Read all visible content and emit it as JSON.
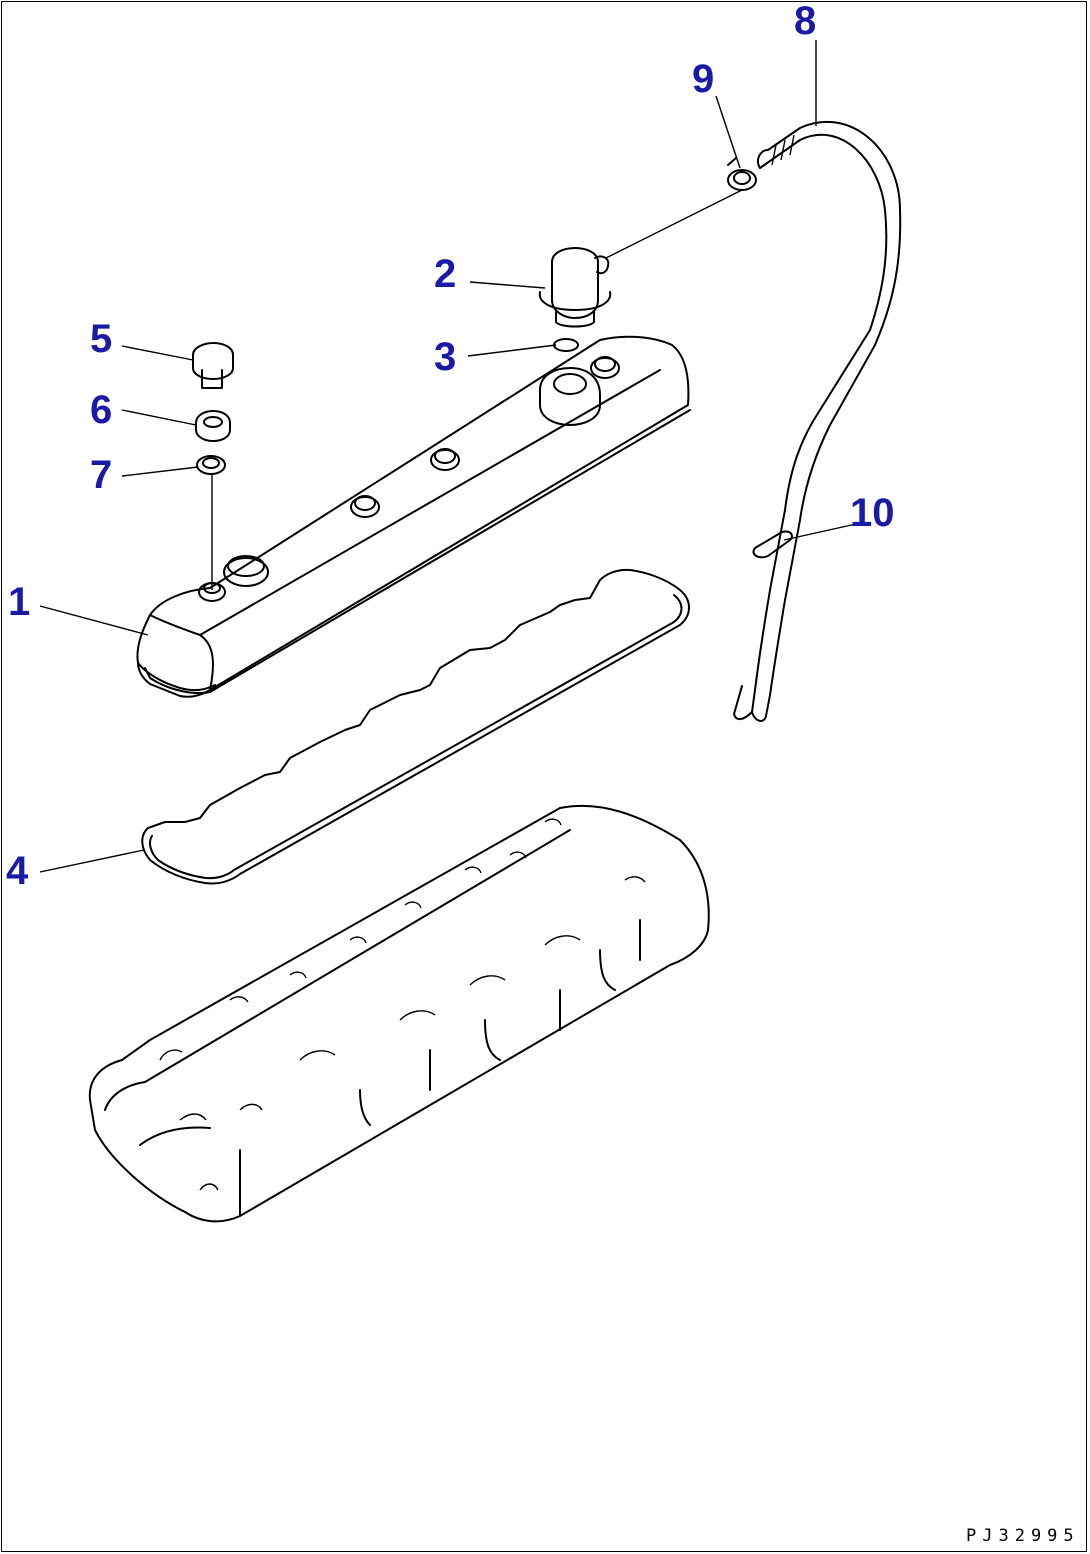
{
  "callouts": [
    {
      "id": "1",
      "label": "1",
      "part": "cylinder-head-cover"
    },
    {
      "id": "2",
      "label": "2",
      "part": "breather"
    },
    {
      "id": "3",
      "label": "3",
      "part": "o-ring"
    },
    {
      "id": "4",
      "label": "4",
      "part": "gasket"
    },
    {
      "id": "5",
      "label": "5",
      "part": "bolt"
    },
    {
      "id": "6",
      "label": "6",
      "part": "washer"
    },
    {
      "id": "7",
      "label": "7",
      "part": "seal-ring"
    },
    {
      "id": "8",
      "label": "8",
      "part": "breather-hose"
    },
    {
      "id": "9",
      "label": "9",
      "part": "hose-clamp"
    },
    {
      "id": "10",
      "label": "10",
      "part": "hose-clip"
    }
  ],
  "reference_code": "PJ32995",
  "colors": {
    "callout": "#1a1aa8",
    "line": "#000000",
    "background": "#ffffff"
  }
}
